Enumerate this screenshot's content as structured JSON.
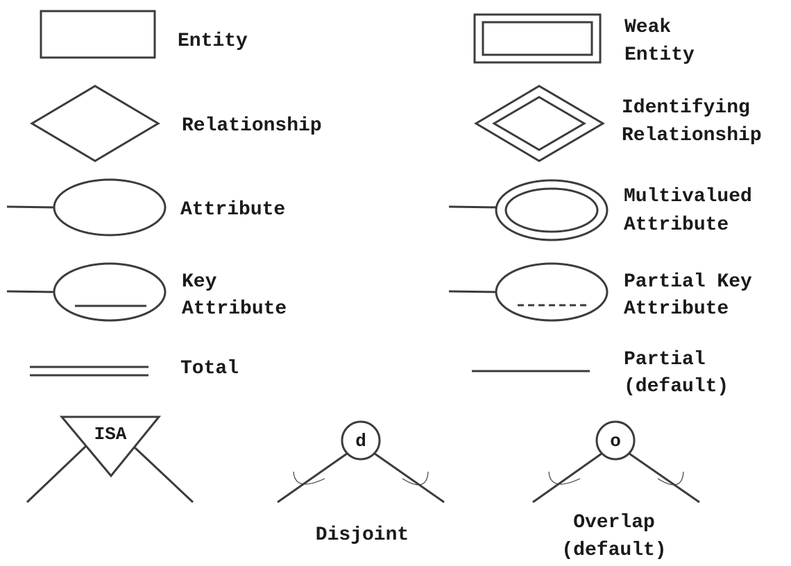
{
  "legend": {
    "entity": {
      "label": "Entity"
    },
    "weak_entity": {
      "line1": "Weak",
      "line2": "Entity"
    },
    "relationship": {
      "label": "Relationship"
    },
    "identifying_relationship": {
      "line1": "Identifying",
      "line2": "Relationship"
    },
    "attribute": {
      "label": "Attribute"
    },
    "multivalued_attribute": {
      "line1": "Multivalued",
      "line2": "Attribute"
    },
    "key_attribute": {
      "line1": "Key",
      "line2": "Attribute"
    },
    "partial_key_attribute": {
      "line1": "Partial Key",
      "line2": "Attribute"
    },
    "total": {
      "label": "Total"
    },
    "partial": {
      "line1": "Partial",
      "line2": "(default)"
    },
    "isa": {
      "symbol": "ISA"
    },
    "disjoint": {
      "symbol": "d",
      "label": "Disjoint"
    },
    "overlap": {
      "symbol": "o",
      "line1": "Overlap",
      "line2": "(default)"
    }
  },
  "colors": {
    "stroke": "#3c3c3c",
    "text": "#1a1a1a",
    "background": "#ffffff"
  }
}
